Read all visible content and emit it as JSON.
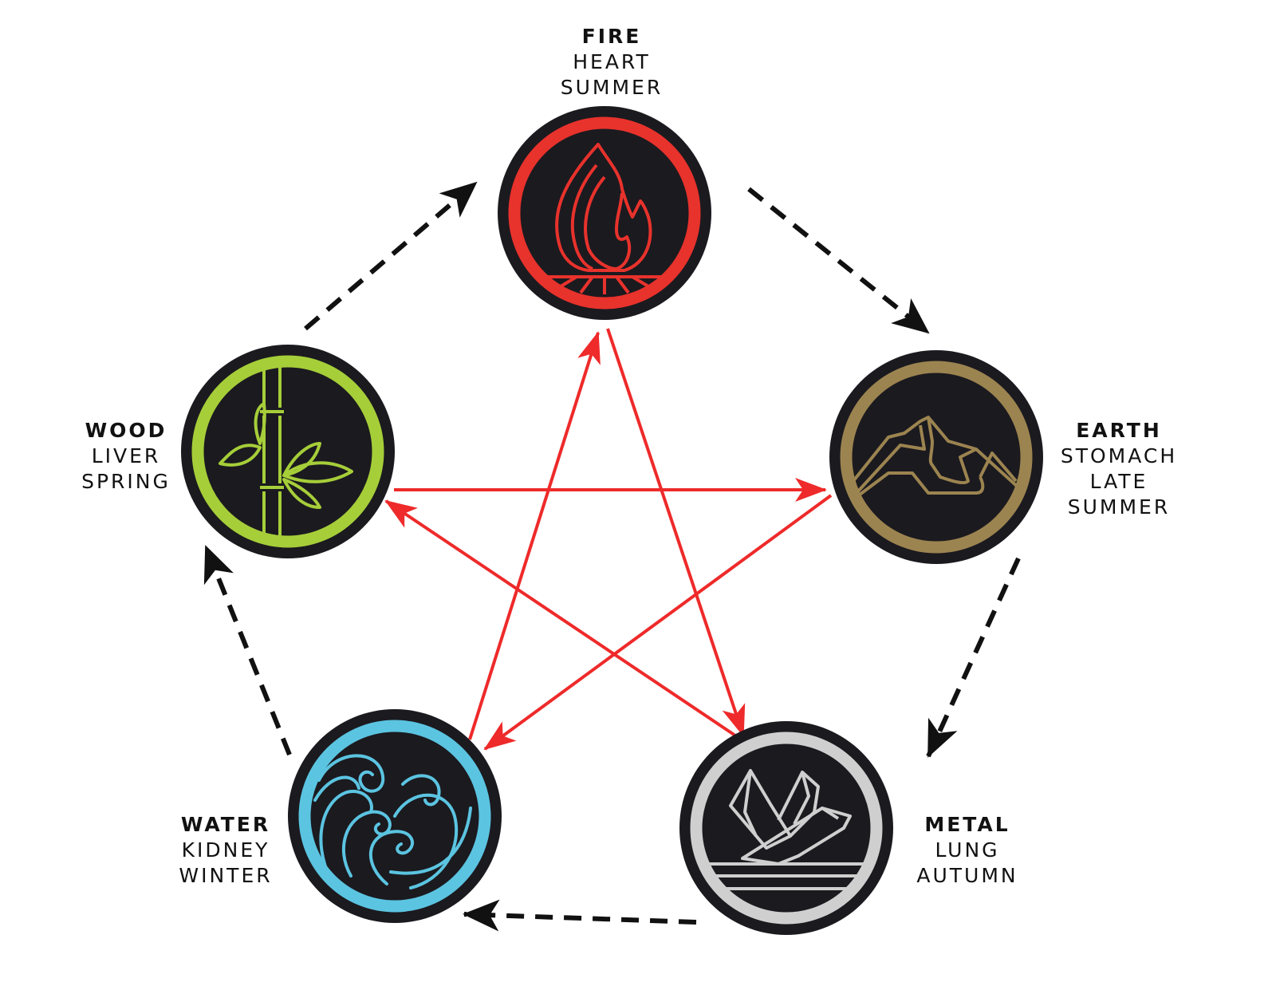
{
  "elements": [
    {
      "id": "fire",
      "name": "FIRE",
      "organ": "HEART",
      "season": "SUMMER",
      "color": "#e8322c",
      "icon": "flame-icon"
    },
    {
      "id": "earth",
      "name": "EARTH",
      "organ": "STOMACH",
      "season": "LATE SUMMER",
      "color": "#9c8450",
      "icon": "mountain-icon"
    },
    {
      "id": "metal",
      "name": "METAL",
      "organ": "LUNG",
      "season": "AUTUMN",
      "color": "#cfcfcf",
      "icon": "crystal-icon"
    },
    {
      "id": "water",
      "name": "WATER",
      "organ": "KIDNEY",
      "season": "WINTER",
      "color": "#5bc4e1",
      "icon": "wave-icon"
    },
    {
      "id": "wood",
      "name": "WOOD",
      "organ": "LIVER",
      "season": "SPRING",
      "color": "#a6ce39",
      "icon": "bamboo-icon"
    }
  ],
  "generating_cycle": {
    "style": "dashed",
    "color": "#111111",
    "edges": [
      [
        "wood",
        "fire"
      ],
      [
        "fire",
        "earth"
      ],
      [
        "earth",
        "metal"
      ],
      [
        "metal",
        "water"
      ],
      [
        "water",
        "wood"
      ]
    ]
  },
  "controlling_cycle": {
    "style": "solid",
    "color": "#ee2a2a",
    "edges": [
      [
        "wood",
        "earth"
      ],
      [
        "earth",
        "water"
      ],
      [
        "water",
        "fire"
      ],
      [
        "fire",
        "metal"
      ],
      [
        "metal",
        "wood"
      ]
    ]
  },
  "badge_background": "#1b1a1f"
}
